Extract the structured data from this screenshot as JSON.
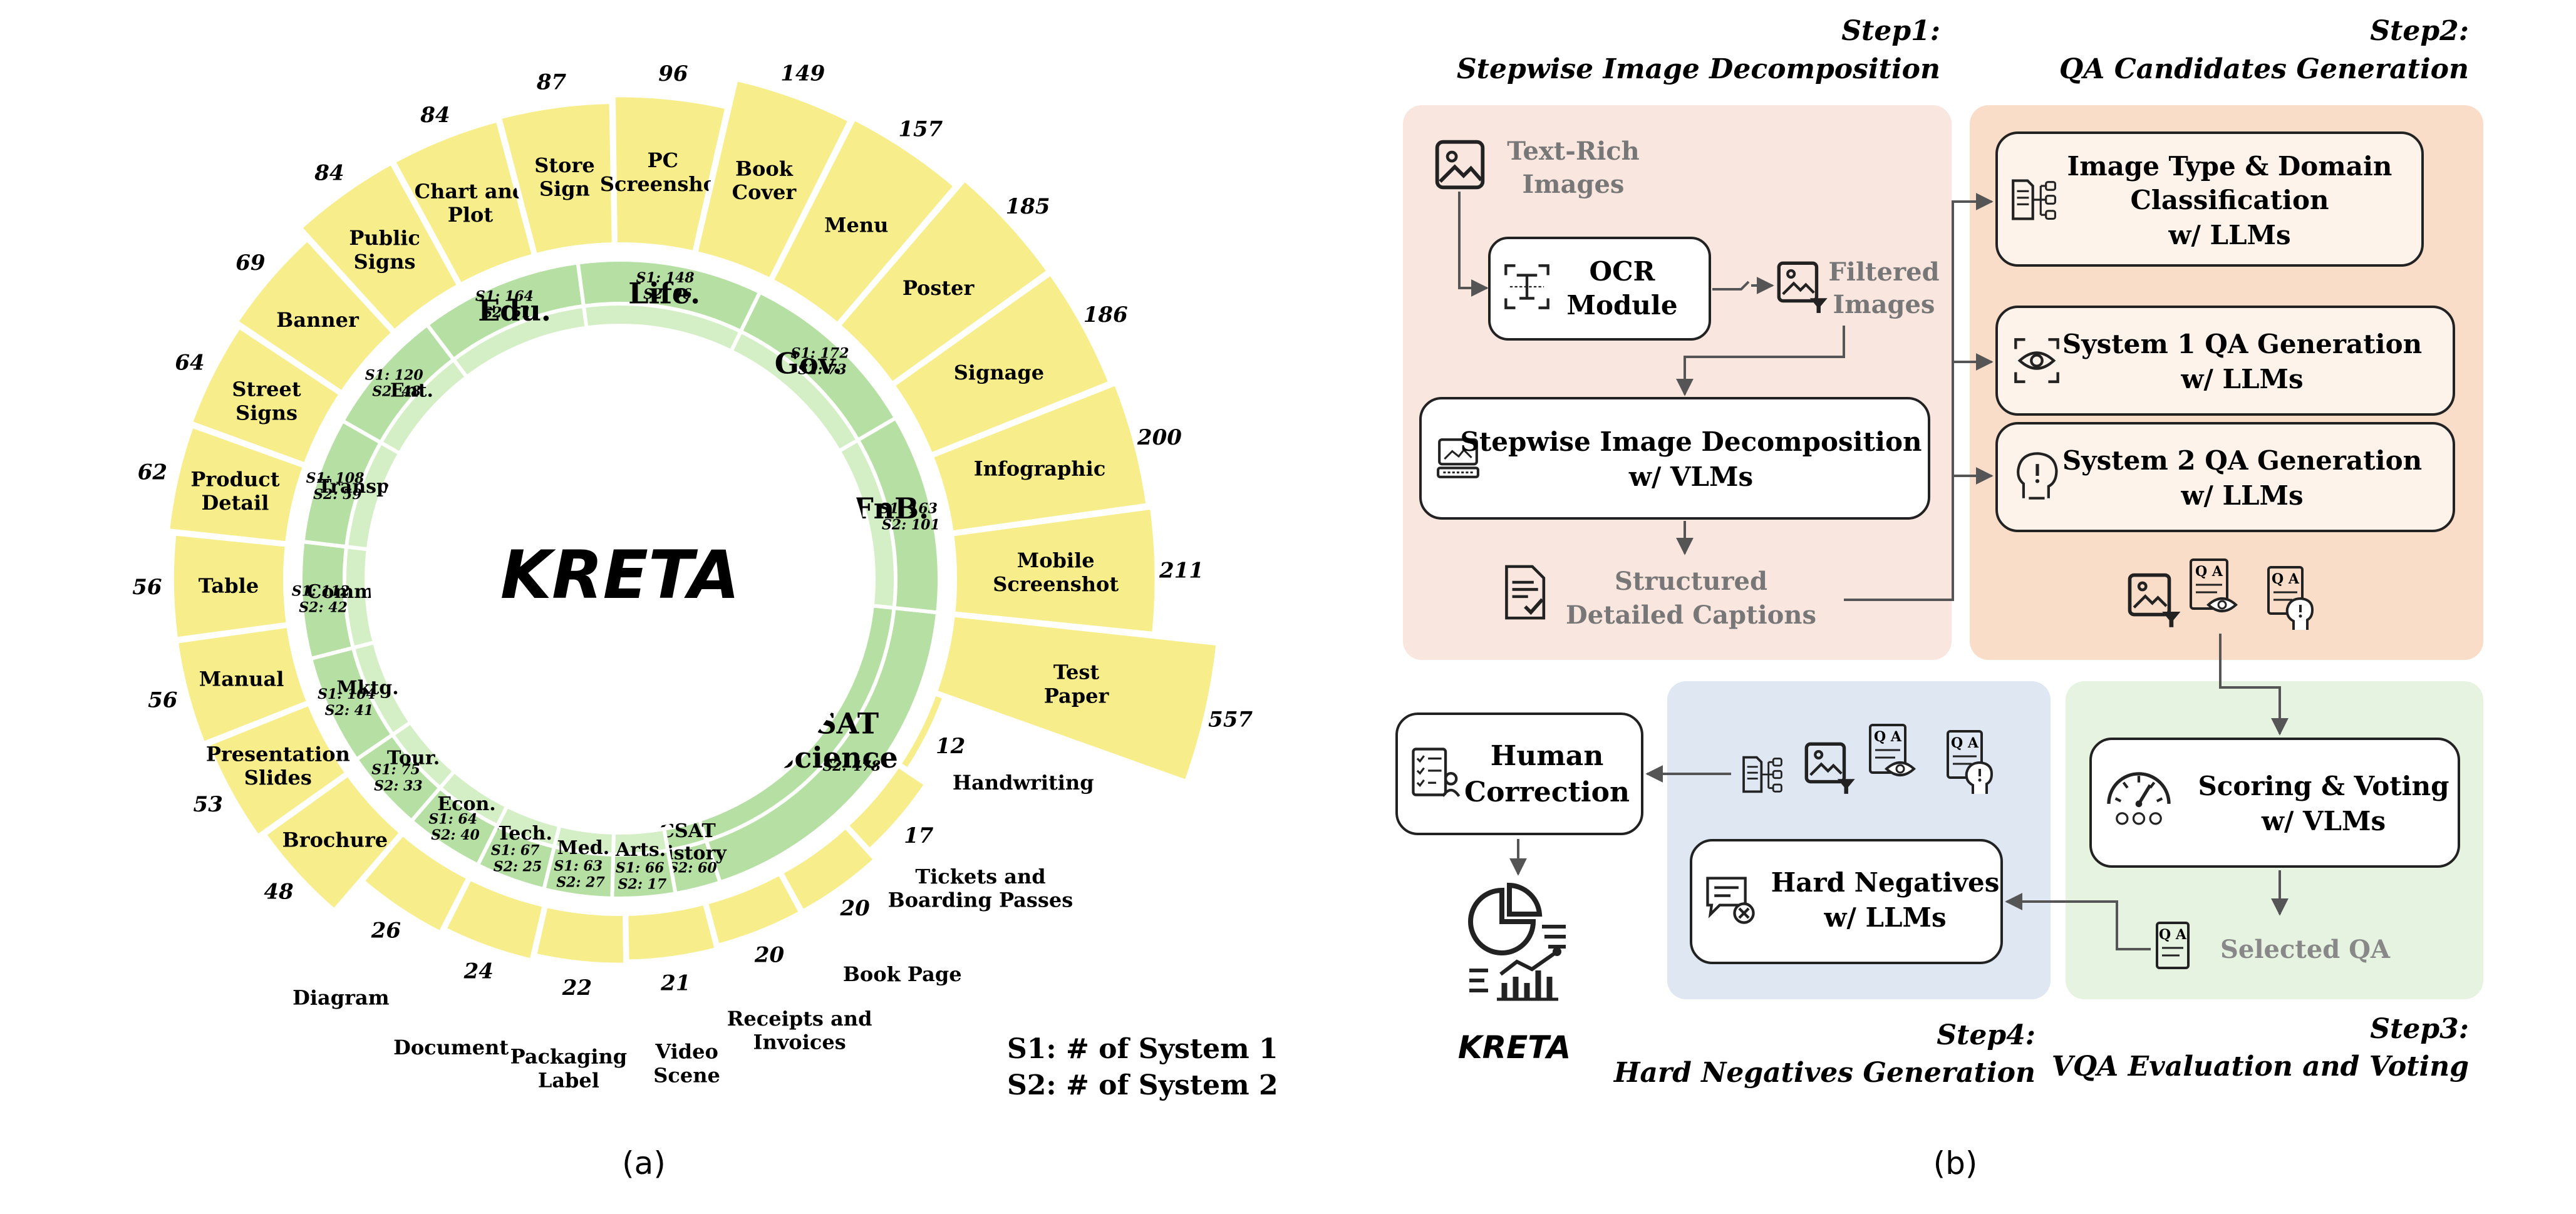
{
  "panel_a": {
    "title": "KRETA",
    "caption": "(a)",
    "legend": [
      "S1: # of System 1",
      "S2: # of System 2"
    ],
    "center_domains": [
      {
        "name": "CSAT Science",
        "stats": "S2: 478",
        "value": 478,
        "shade": "dark"
      },
      {
        "name": "CSAT History",
        "stats": "S2: 60",
        "value": 60,
        "shade": "dark"
      },
      {
        "name": "Arts.",
        "stats": "S1: 66 S2: 17",
        "value": 83,
        "shade": "light"
      },
      {
        "name": "Med.",
        "stats": "S1: 63 S2: 27",
        "value": 90,
        "shade": "light"
      },
      {
        "name": "Tech.",
        "stats": "S1: 67 S2: 25",
        "value": 92,
        "shade": "light"
      },
      {
        "name": "Econ.",
        "stats": "S1: 64 S2: 40",
        "value": 104,
        "shade": "light"
      },
      {
        "name": "Tour.",
        "stats": "S1: 75 S2: 33",
        "value": 108,
        "shade": "light"
      },
      {
        "name": "Mktg.",
        "stats": "S1: 104 S2: 41",
        "value": 145,
        "shade": "light"
      },
      {
        "name": "Comm.",
        "stats": "S1: 112 S2: 42",
        "value": 154,
        "shade": "light"
      },
      {
        "name": "Transp.",
        "stats": "S1: 108 S2: 59",
        "value": 167,
        "shade": "light"
      },
      {
        "name": "Ent.",
        "stats": "S1: 120 S2: 48",
        "value": 168,
        "shade": "light"
      },
      {
        "name": "Edu.",
        "stats": "S1: 164 S2: 51",
        "value": 215,
        "shade": "light"
      },
      {
        "name": "Life.",
        "stats": "S1: 148 S2: 96",
        "value": 244,
        "shade": "light"
      },
      {
        "name": "Gov.",
        "stats": "S1: 172 S2: 73",
        "value": 245,
        "shade": "light"
      },
      {
        "name": "FnB.",
        "stats": "S1: 163 S2: 101",
        "value": 264,
        "shade": "light"
      }
    ],
    "image_types": [
      {
        "name": "Test Paper",
        "count": 557
      },
      {
        "name": "Handwriting",
        "count": 12
      },
      {
        "name": "Tickets and Boarding Passes",
        "count": 17
      },
      {
        "name": "Book Page",
        "count": 20
      },
      {
        "name": "Receipts and Invoices",
        "count": 20
      },
      {
        "name": "Video Scene",
        "count": 21
      },
      {
        "name": "Packaging Label",
        "count": 22
      },
      {
        "name": "Document",
        "count": 24
      },
      {
        "name": "Diagram",
        "count": 26
      },
      {
        "name": "Brochure",
        "count": 48
      },
      {
        "name": "Presentation Slides",
        "count": 53
      },
      {
        "name": "Manual",
        "count": 56
      },
      {
        "name": "Table",
        "count": 56
      },
      {
        "name": "Product Detail",
        "count": 62
      },
      {
        "name": "Street Signs",
        "count": 64
      },
      {
        "name": "Banner",
        "count": 69
      },
      {
        "name": "Public Signs",
        "count": 84
      },
      {
        "name": "Chart and Plot",
        "count": 84
      },
      {
        "name": "Store Sign",
        "count": 87
      },
      {
        "name": "PC Screenshot",
        "count": 96
      },
      {
        "name": "Book Cover",
        "count": 149
      },
      {
        "name": "Menu",
        "count": 157
      },
      {
        "name": "Poster",
        "count": 185
      },
      {
        "name": "Signage",
        "count": 186
      },
      {
        "name": "Infographic",
        "count": 200
      },
      {
        "name": "Mobile Screenshot",
        "count": 211
      }
    ]
  },
  "panel_b": {
    "caption": "(b)",
    "step1": {
      "num": "Step1:",
      "title": "Stepwise Image Decomposition"
    },
    "step2": {
      "num": "Step2:",
      "title": "QA Candidates Generation"
    },
    "step3": {
      "num": "Step3:",
      "title": "VQA Evaluation and Voting"
    },
    "step4": {
      "num": "Step4:",
      "title": "Hard Negatives Generation"
    },
    "text_rich": [
      "Text-Rich",
      "Images"
    ],
    "ocr": [
      "OCR",
      "Module"
    ],
    "filtered": [
      "Filtered",
      "Images"
    ],
    "decomp": [
      "Stepwise Image Decomposition",
      "w/ VLMs"
    ],
    "captions": [
      "Structured",
      "Detailed Captions"
    ],
    "classif": [
      "Image Type & Domain",
      "Classification",
      "w/ LLMs"
    ],
    "sys1": [
      "System 1 QA Generation",
      "w/ LLMs"
    ],
    "sys2": [
      "System 2 QA Generation",
      "w/ LLMs"
    ],
    "scoring": [
      "Scoring & Voting",
      "w/ VLMs"
    ],
    "selected": "Selected QA",
    "hardneg": [
      "Hard Negatives",
      "w/ LLMs"
    ],
    "human": [
      "Human",
      "Correction"
    ],
    "kreta": "KRETA",
    "qa_glyph": "Q A",
    "colors": {
      "step1_bg": "#f9e6de",
      "step2_bg": "#f9ddc8",
      "step3_bg": "#e6f3e0",
      "step4_bg": "#dfe7f2"
    }
  }
}
